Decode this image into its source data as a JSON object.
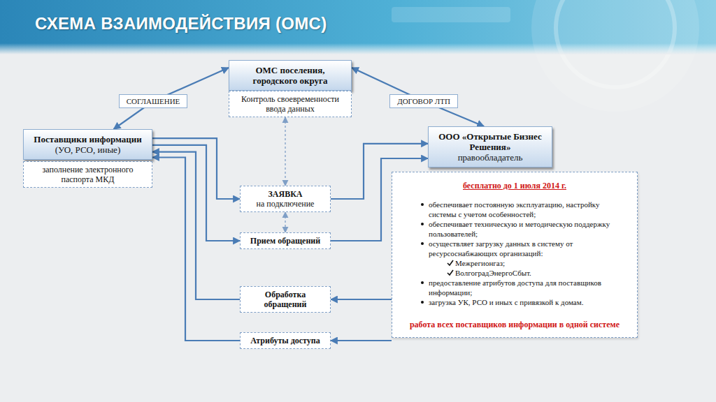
{
  "diagram": {
    "title": "СХЕМА ВЗАИМОДЕЙСТВИЯ (ОМС)",
    "nodes": [
      {
        "text": [
          "ОМС поселения, городского округа"
        ]
      },
      {
        "text": [
          "Контроль своевременности ввода данных"
        ]
      },
      {
        "text": [
          "Поставщики информации",
          "(УО, РСО, иные)"
        ]
      },
      {
        "text": [
          "заполнение электронного паспорта МКД"
        ]
      },
      {
        "text": [
          "ООО «Открытые Бизнес Решения»",
          "правообладатель"
        ]
      },
      {
        "text": [
          "бесплатно до 1 июля 2014 г.",
          "обеспечивает постоянную эксплуатацию, настройку системы с учетом особенностей;",
          "обеспечивает техническую и методическую поддержку пользователей;",
          "осуществляет загрузку данных в систему от ресурсоснабжающих организаций:",
          "Межрегионгаз;",
          "ВолгоградЭнергоСбыт.",
          "предоставление атрибутов доступа для поставщиков информации;",
          "загрузка УК, РСО и иных с привязкой к домам.",
          "работа всех поставщиков информации в одной системе"
        ]
      },
      {
        "text": [
          "ЗАЯВКА",
          "на подключение"
        ]
      },
      {
        "text": [
          "Прием обращений"
        ]
      },
      {
        "text": [
          "Обработка обращений"
        ]
      },
      {
        "text": [
          "Атрибуты доступа"
        ]
      }
    ],
    "edges": [
      {
        "from": 0,
        "to": 2,
        "label": "СОГЛАШЕНИЕ",
        "arrow": "both"
      },
      {
        "from": 0,
        "to": 4,
        "label": "ДОГОВОР ЛТП",
        "arrow": "both"
      },
      {
        "from": 1,
        "to": 6,
        "arrow": "both"
      },
      {
        "from": 6,
        "to": 7,
        "arrow": "both"
      },
      {
        "from": 2,
        "to": 6,
        "arrow": "to"
      },
      {
        "from": 2,
        "to": 7,
        "arrow": "to"
      },
      {
        "from": 8,
        "to": 2,
        "arrow": "to"
      },
      {
        "from": 9,
        "to": 2,
        "arrow": "to"
      },
      {
        "from": 6,
        "to": 4,
        "arrow": "to"
      },
      {
        "from": 7,
        "to": 4,
        "arrow": "to"
      },
      {
        "from": 5,
        "to": 8,
        "arrow": "to"
      },
      {
        "from": 5,
        "to": 9,
        "arrow": "to"
      }
    ]
  }
}
